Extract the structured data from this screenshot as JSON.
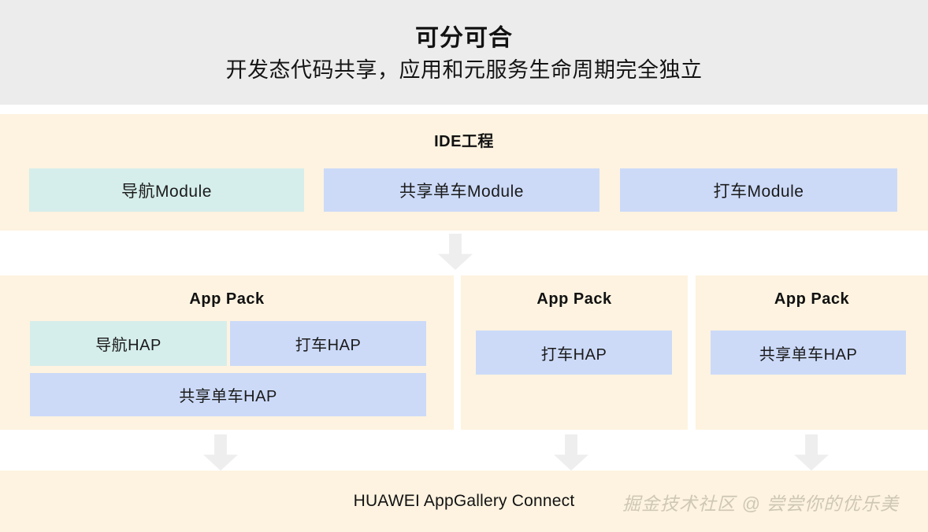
{
  "header": {
    "title": "可分可合",
    "subtitle": "开发态代码共享，应用和元服务生命周期完全独立",
    "background_color": "#ececec"
  },
  "colors": {
    "panel_cream": "#fdf3e0",
    "module_teal": "#d5eeeb",
    "module_blue": "#ccdaf8",
    "arrow_gray": "#eeeeee",
    "watermark": "#cfc6b4"
  },
  "ide_project": {
    "title": "IDE工程",
    "modules": [
      {
        "label": "导航Module",
        "color": "#d5eeeb"
      },
      {
        "label": "共享单车Module",
        "color": "#ccdaf8"
      },
      {
        "label": "打车Module",
        "color": "#ccdaf8"
      }
    ]
  },
  "app_packs": [
    {
      "title": "App Pack",
      "haps": [
        {
          "label": "导航HAP",
          "color": "#d5eeeb"
        },
        {
          "label": "打车HAP",
          "color": "#ccdaf8"
        },
        {
          "label": "共享单车HAP",
          "color": "#ccdaf8"
        }
      ]
    },
    {
      "title": "App Pack",
      "haps": [
        {
          "label": "打车HAP",
          "color": "#ccdaf8"
        }
      ]
    },
    {
      "title": "App Pack",
      "haps": [
        {
          "label": "共享单车HAP",
          "color": "#ccdaf8"
        }
      ]
    }
  ],
  "footer": {
    "label": "HUAWEI AppGallery Connect"
  },
  "watermark": {
    "text": "掘金技术社区 @ 尝尝你的优乐美"
  },
  "arrows": {
    "ide_to_packs": "arrow-down-icon",
    "pack1_to_agc": "arrow-down-icon",
    "pack2_to_agc": "arrow-down-icon",
    "pack3_to_agc": "arrow-down-icon"
  }
}
